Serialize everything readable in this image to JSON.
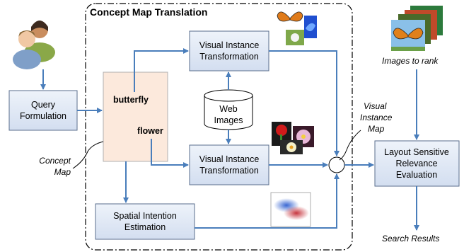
{
  "title": "Concept Map Translation",
  "boxes": {
    "query_formulation": [
      "Query",
      "Formulation"
    ],
    "visual_transform_top": [
      "Visual Instance",
      "Transformation"
    ],
    "visual_transform_bottom": [
      "Visual Instance",
      "Transformation"
    ],
    "spatial_intention": [
      "Spatial Intention",
      "Estimation"
    ],
    "layout_relevance": [
      "Layout Sensitive",
      "Relevance",
      "Evaluation"
    ]
  },
  "concept_words": {
    "butterfly": "butterfly",
    "flower": "flower"
  },
  "web_images": [
    "Web",
    "Images"
  ],
  "labels": {
    "concept_map": [
      "Concept",
      "Map"
    ],
    "visual_instance_map": [
      "Visual",
      "Instance",
      "Map"
    ],
    "images_to_rank": "Images to rank",
    "search_results": "Search Results"
  },
  "colors": {
    "box_fill": "#dce6f2",
    "box_stroke": "#5a6e8c",
    "concept_fill": "#fce9dc",
    "arrow": "#4a7ebb"
  }
}
